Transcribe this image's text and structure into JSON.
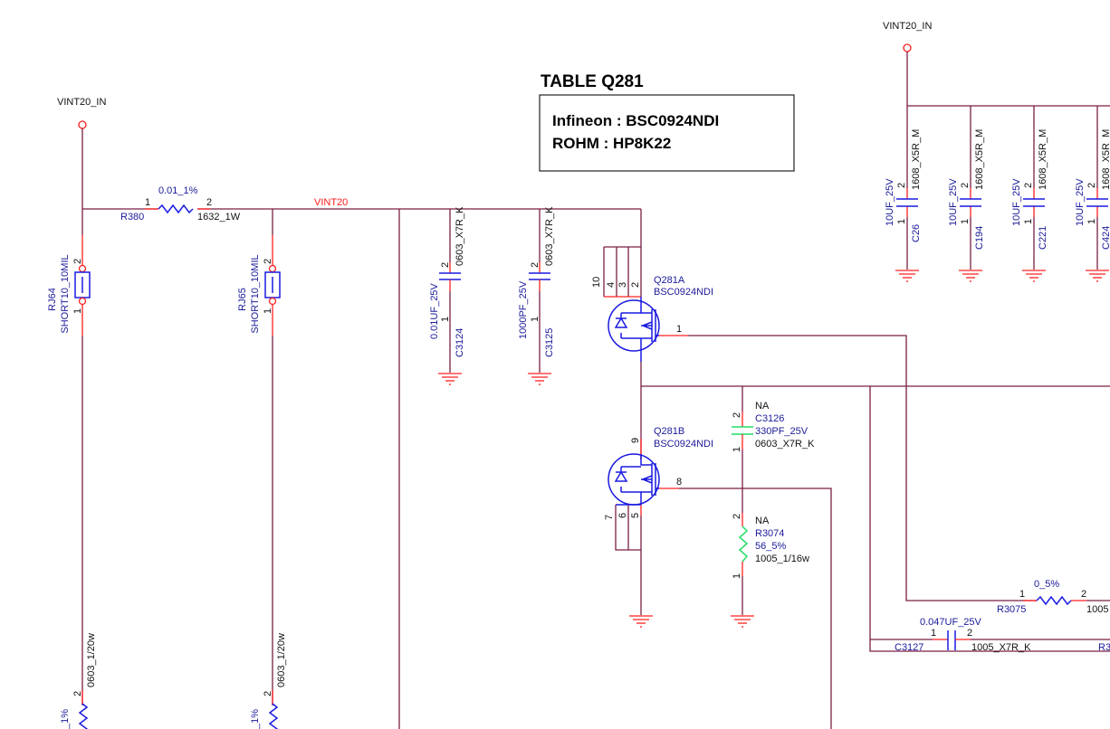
{
  "nets": {
    "vint20_in_left": "VINT20_IN",
    "vint20_in_right": "VINT20_IN",
    "vint20": "VINT20"
  },
  "table": {
    "title": "TABLE  Q281",
    "line1": "Infineon : BSC0924NDI",
    "line2": "ROHM : HP8K22"
  },
  "components": {
    "R380": {
      "ref": "R380",
      "value": "0.01_1%",
      "footprint": "1632_1W",
      "pin1": "1",
      "pin2": "2"
    },
    "RJ64": {
      "ref": "RJ64",
      "value": "SHORT10_10MIL",
      "pin1": "1",
      "pin2": "2"
    },
    "RJ65": {
      "ref": "RJ65",
      "value": "SHORT10_10MIL",
      "pin1": "1",
      "pin2": "2"
    },
    "R_bottom_left": {
      "value": "_1%",
      "footprint": "0603_1/20w",
      "pin2": "2"
    },
    "R_bottom_mid": {
      "value": "_1%",
      "footprint": "0603_1/20w",
      "pin2": "2"
    },
    "C3124": {
      "ref": "C3124",
      "value": "0.01UF_25V",
      "footprint": "0603_X7R_K",
      "pin1": "1",
      "pin2": "2"
    },
    "C3125": {
      "ref": "C3125",
      "value": "1000PF_25V",
      "footprint": "0603_X7R_K",
      "pin1": "1",
      "pin2": "2"
    },
    "Q281A": {
      "ref": "Q281A",
      "part": "BSC0924NDI",
      "pins": [
        "10",
        "4",
        "3",
        "2"
      ],
      "gate_pin": "1"
    },
    "Q281B": {
      "ref": "Q281B",
      "part": "BSC0924NDI",
      "top_pin": "9",
      "pins": [
        "7",
        "6",
        "5"
      ],
      "gate_pin": "8"
    },
    "C3126": {
      "ref": "C3126",
      "note": "NA",
      "value": "330PF_25V",
      "footprint": "0603_X7R_K",
      "pin1": "1",
      "pin2": "2"
    },
    "R3074": {
      "ref": "R3074",
      "note": "NA",
      "value": "56_5%",
      "footprint": "1005_1/16w",
      "pin1": "1",
      "pin2": "2"
    },
    "R3075": {
      "ref": "R3075",
      "value": "0_5%",
      "footprint": "1005",
      "pin1": "1",
      "pin2": "2"
    },
    "C3127": {
      "ref": "C3127",
      "value": "0.047UF_25V",
      "footprint": "1005_X7R_K",
      "pin1": "1",
      "pin2": "2"
    },
    "R_right_cut": {
      "ref": "R3"
    },
    "C26": {
      "ref": "C26",
      "value": "10UF_25V",
      "footprint": "1608_X5R_M",
      "pin1": "1",
      "pin2": "2"
    },
    "C194": {
      "ref": "C194",
      "value": "10UF_25V",
      "footprint": "1608_X5R_M",
      "pin1": "1",
      "pin2": "2"
    },
    "C221": {
      "ref": "C221",
      "value": "10UF_25V",
      "footprint": "1608_X5R_M",
      "pin1": "1",
      "pin2": "2"
    },
    "C424": {
      "ref": "C424",
      "value": "10UF_25V",
      "footprint": "1608_X5R_M",
      "pin1": "1",
      "pin2": "2"
    }
  },
  "colors": {
    "wire": "#7a1f45",
    "pin": "#ff2020",
    "symbol": "#1a1ae0",
    "label": "#1a1a99",
    "net_label": "#ff1a1a",
    "na_part": "#22dd66"
  }
}
